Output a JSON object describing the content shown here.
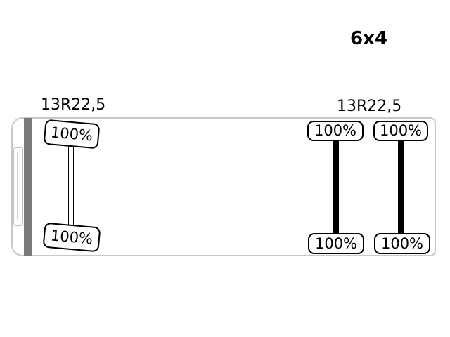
{
  "axle_config": "6x4",
  "front_axle": {
    "tire_size": "13R22,5",
    "left_tire": "100%",
    "right_tire": "100%"
  },
  "rear_axles": {
    "tire_size": "13R22,5",
    "axle_1": {
      "left_tire": "100%",
      "right_tire": "100%"
    },
    "axle_2": {
      "left_tire": "100%",
      "right_tire": "100%"
    }
  }
}
